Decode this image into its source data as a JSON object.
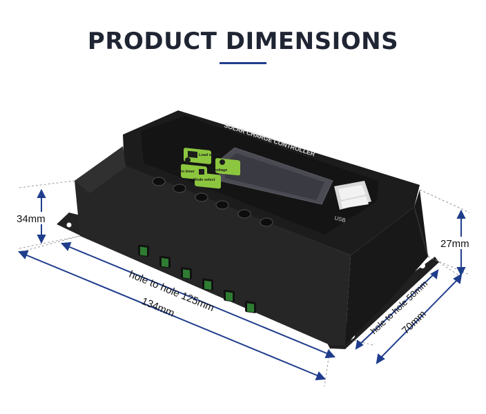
{
  "header": {
    "title": "PRODUCT DIMENSIONS"
  },
  "device": {
    "panel_text": "SOLAR CHARGE CONTROLLER",
    "usb_label": "USB",
    "buttons": [
      {
        "icon": "solar-panel-icon",
        "label": "Load on/off"
      },
      {
        "icon": "gear-icon",
        "label": "Set voltage"
      },
      {
        "icon": "moon-icon",
        "label": "Built-in timer"
      },
      {
        "icon": "chip-icon",
        "label": "Mode select"
      }
    ],
    "terminal_count": 6
  },
  "dimensions": {
    "height_left": "34mm",
    "height_right": "27mm",
    "length": "134mm",
    "hole_length": "hole to hole 125mm",
    "depth": "70mm",
    "hole_depth": "hole to hole 50mm"
  }
}
